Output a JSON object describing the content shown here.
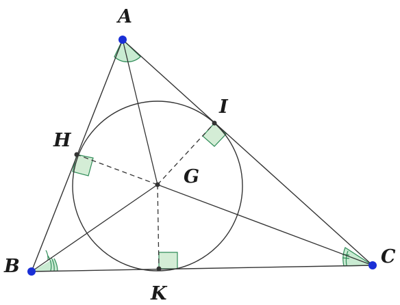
{
  "figure": {
    "labels": {
      "A": "A",
      "B": "B",
      "C": "C",
      "G": "G",
      "H": "H",
      "I": "I",
      "K": "K"
    },
    "colors": {
      "line": "#333333",
      "vertex_dot": "#1a2fd6",
      "point_dot": "#333333",
      "right_angle_fill": "#d4edd6",
      "right_angle_stroke": "#2e8b57",
      "angle_mark_fill": "#c9ebd2",
      "angle_mark_stroke": "#2e8b57"
    }
  }
}
